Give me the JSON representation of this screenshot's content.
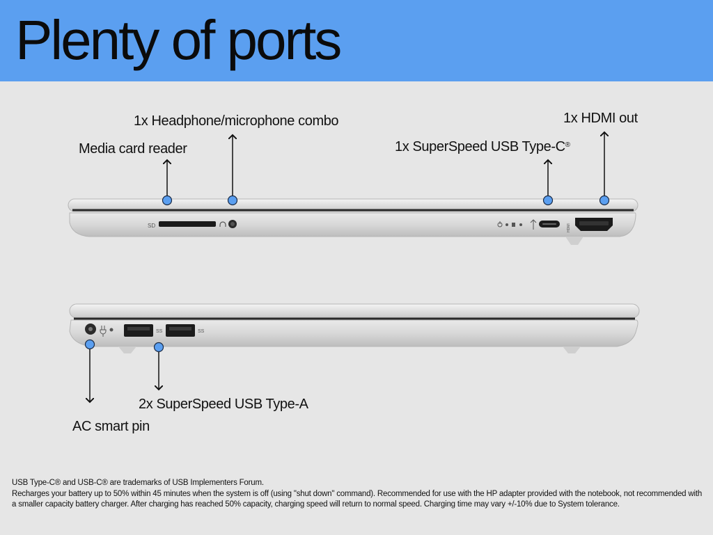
{
  "header": {
    "title": "Plenty of ports",
    "background": "#5b9ff0"
  },
  "callouts": {
    "headphone": "1x Headphone/microphone combo",
    "media_card": "Media card reader",
    "hdmi": "1x HDMI out",
    "usb_c": "1x SuperSpeed USB Type-C",
    "usb_c_mark": "®",
    "usb_a": "2x SuperSpeed USB Type-A",
    "ac_pin": "AC smart pin"
  },
  "device_labels": {
    "sd": "SD",
    "hdmi": "HDMI",
    "usb_ss": "SS"
  },
  "disclaimer": {
    "line1": "USB Type-C® and USB-C® are trademarks of USB Implementers Forum.",
    "line2": "Recharges your battery up to 50% within 45 minutes when the system is off (using \"shut down\" command). Recommended for use with the HP adapter provided with the notebook, not recommended with a smaller capacity battery charger. After charging has reached 50% capacity, charging speed will return to normal speed. Charging time may vary +/-10% due to System tolerance."
  },
  "colors": {
    "marker": "#5b9ff0",
    "laptop_silver": "#d6d6d6",
    "bezel": "#2a2a2a"
  },
  "icons": [
    "headphone-icon",
    "usb-icon",
    "power-icon",
    "plug-icon"
  ]
}
